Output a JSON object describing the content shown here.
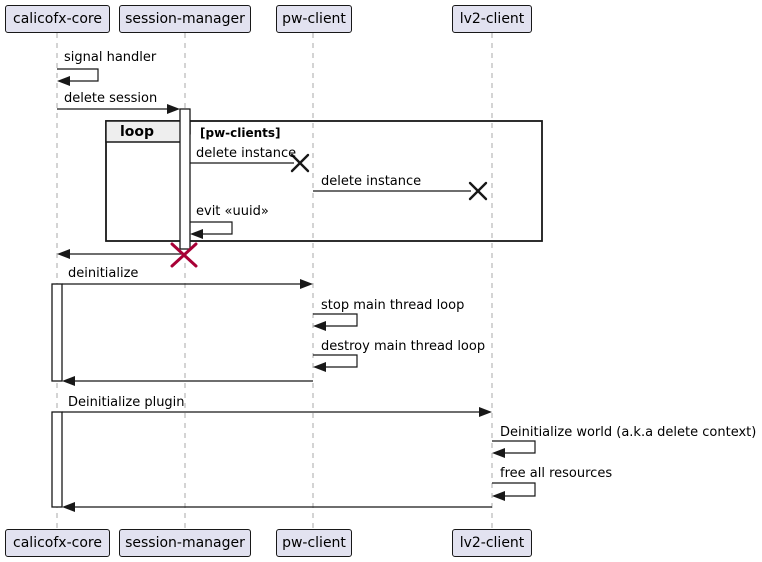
{
  "diagram_type": "uml-sequence",
  "participants": [
    "calicofx-core",
    "session-manager",
    "pw-client",
    "lv2-client"
  ],
  "loop_frame": {
    "operator": "loop",
    "guard": "[pw-clients]"
  },
  "messages": [
    {
      "from": "calicofx-core",
      "to": "calicofx-core",
      "label": "signal handler",
      "kind": "self"
    },
    {
      "from": "calicofx-core",
      "to": "session-manager",
      "label": "delete session",
      "kind": "sync"
    },
    {
      "from": "session-manager",
      "to": "pw-client",
      "label": "delete instance",
      "kind": "destroy-end"
    },
    {
      "from": "pw-client",
      "to": "lv2-client",
      "label": "delete instance",
      "kind": "destroy-end"
    },
    {
      "from": "session-manager",
      "to": "session-manager",
      "label": "evit «uuid»",
      "kind": "self"
    },
    {
      "from": "session-manager",
      "to": "calicofx-core",
      "label": "",
      "kind": "return-then-destroy"
    },
    {
      "from": "calicofx-core",
      "to": "pw-client",
      "label": "deinitialize",
      "kind": "sync"
    },
    {
      "from": "pw-client",
      "to": "pw-client",
      "label": "stop main thread loop",
      "kind": "self"
    },
    {
      "from": "pw-client",
      "to": "pw-client",
      "label": "destroy main thread loop",
      "kind": "self"
    },
    {
      "from": "pw-client",
      "to": "calicofx-core",
      "label": "",
      "kind": "return"
    },
    {
      "from": "calicofx-core",
      "to": "lv2-client",
      "label": "Deinitialize plugin",
      "kind": "sync"
    },
    {
      "from": "lv2-client",
      "to": "lv2-client",
      "label": "Deinitialize world (a.k.a delete context)",
      "kind": "self"
    },
    {
      "from": "lv2-client",
      "to": "lv2-client",
      "label": "free all resources",
      "kind": "self"
    },
    {
      "from": "lv2-client",
      "to": "calicofx-core",
      "label": "",
      "kind": "return"
    }
  ],
  "colors": {
    "background": "#FFFFFF",
    "participant_fill": "#E2E2F0",
    "participant_border": "#181818",
    "frame_border": "#181818",
    "loop_header_fill": "#EEEEEE",
    "lifeline": "#A8A8A8",
    "arrow": "#181818",
    "destroy_x": "#A80036"
  }
}
